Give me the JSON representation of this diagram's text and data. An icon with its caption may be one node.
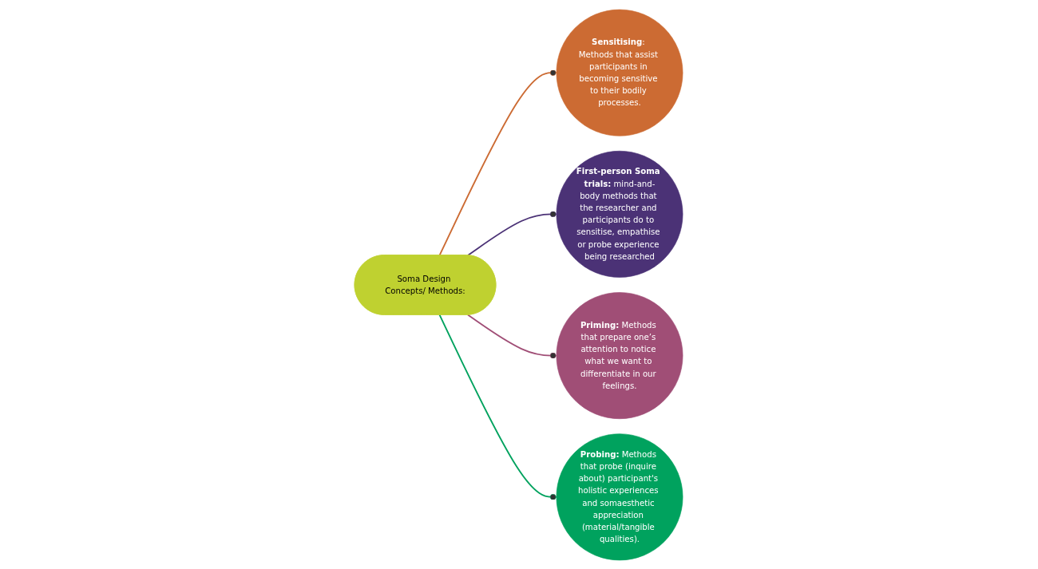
{
  "diagram": {
    "nodes": [
      {
        "text": [
          "**Sensitising**: Methods that assist participants in becoming sensitive to their bodily processes."
        ]
      },
      {
        "text": [
          "**First-person Soma trials:** mind-and-body methods that the researcher and participants do to sensitise, empathise or probe experience being researched"
        ]
      },
      {
        "text": [
          "Soma Design Concepts/ Methods:"
        ]
      },
      {
        "text": [
          "**Priming:** Methods that prepare one’s attention to notice what we want to differentiate in our feelings."
        ]
      },
      {
        "text": [
          "**Probing:** Methods that probe (inquire about) participant's holistic experiences and somaesthetic appreciation (material/tangible qualities)."
        ]
      }
    ],
    "edges": [
      {
        "from": 2,
        "to": 0,
        "arrow": "other",
        "color": "#cc6b33"
      },
      {
        "from": 2,
        "to": 1,
        "arrow": "other",
        "color": "#4b3276"
      },
      {
        "from": 2,
        "to": 3,
        "arrow": "other",
        "color": "#a04e76"
      },
      {
        "from": 2,
        "to": 4,
        "arrow": "other",
        "color": "#00a25e"
      }
    ]
  }
}
